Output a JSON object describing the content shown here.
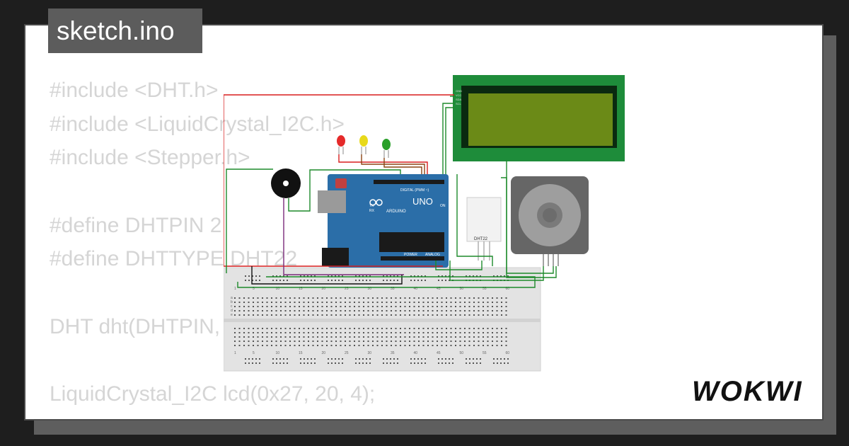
{
  "file_tab": {
    "label": "sketch.ino"
  },
  "code_lines": [
    "#include <DHT.h>",
    "#include <LiquidCrystal_I2C.h>",
    "#include <Stepper.h>",
    "",
    "#define DHTPIN 2",
    "#define DHTTYPE DHT22",
    "",
    "DHT dht(DHTPIN, DHTTYPE);",
    "",
    "LiquidCrystal_I2C lcd(0x27, 20, 4);"
  ],
  "brand": {
    "name": "WOKWI"
  },
  "components": {
    "board_label": "UNO",
    "board_brand": "ARDUINO",
    "digital_header": "DIGITAL (PWM ~)",
    "power_header": "POWER",
    "analog_header": "ANALOG",
    "sensor_label": "DHT22",
    "tx_label": "TX",
    "rx_label": "RX",
    "on_label": "ON",
    "lcd_pins": [
      "GND",
      "VCC",
      "SDA",
      "SCL"
    ],
    "breadboard_numbers": [
      "1",
      "5",
      "10",
      "15",
      "20",
      "25",
      "30",
      "35",
      "40",
      "45",
      "50",
      "55",
      "60"
    ],
    "breadboard_rows": [
      "a",
      "b",
      "c",
      "d",
      "e"
    ]
  },
  "colors": {
    "background": "#1e1e1e",
    "card": "#ffffff",
    "tab": "#5c5c5c",
    "code_text": "#d5d5d5",
    "board": "#2b6ea8",
    "lcd_frame": "#1e8c3a",
    "lcd_screen": "#6b8a17",
    "wire_red": "#d81f1f",
    "wire_green": "#1d8a2a",
    "wire_brown": "#8b4513",
    "wire_purple": "#7a2a7a"
  },
  "icons": [
    "buzzer-icon",
    "led-red-icon",
    "led-yellow-icon",
    "led-green-icon",
    "stepper-motor-icon",
    "dht22-sensor-icon",
    "wokwi-logo-icon"
  ]
}
